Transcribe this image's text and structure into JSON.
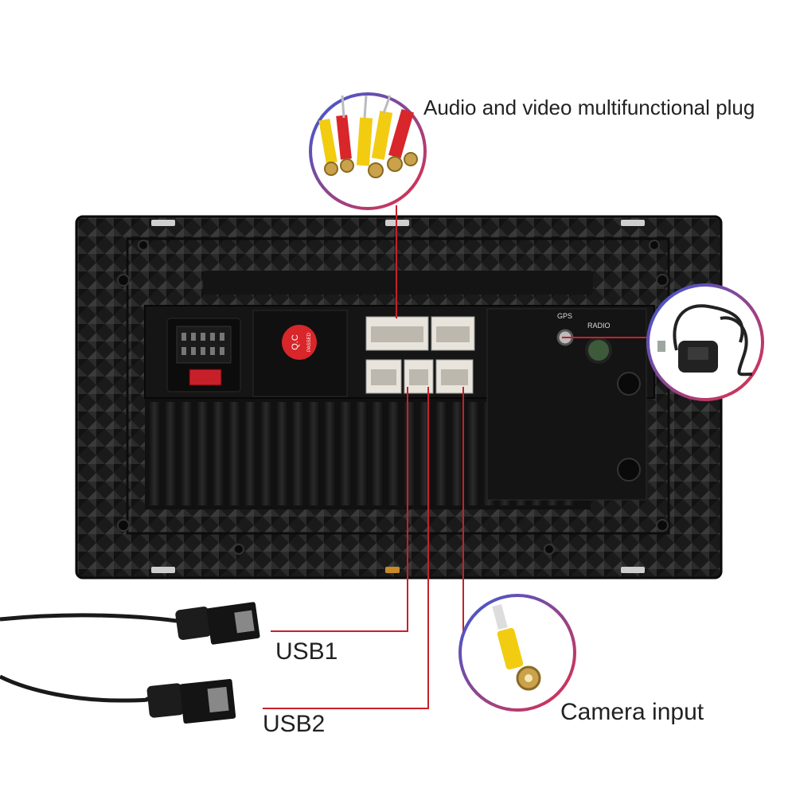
{
  "labels": {
    "av_plug": "Audio and video multifunctional plug",
    "usb1": "USB1",
    "usb2": "USB2",
    "camera": "Camera input"
  },
  "unit_markings": {
    "qc_sticker": "Q.C",
    "qc_passed": "PASSED",
    "gps_port": "GPS",
    "radio_port": "RADIO"
  },
  "colors": {
    "callout_line": "#c8202a",
    "ring_gradient_start": "#3a5bd6",
    "ring_gradient_end": "#e0304a",
    "chassis": "#1c1c1c",
    "connector_white": "#e8e4dc",
    "rca_red": "#d8262a",
    "rca_yellow": "#f2cc10"
  },
  "icons": [
    "rca-cable-icon",
    "gps-antenna-icon",
    "usb-cable-icon",
    "camera-rca-icon"
  ]
}
